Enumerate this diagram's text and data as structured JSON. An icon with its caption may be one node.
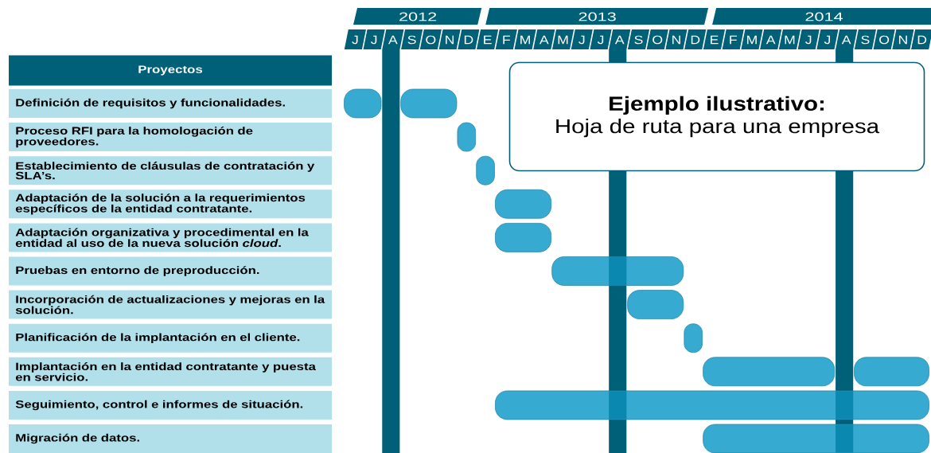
{
  "diagram": {
    "nodes": [
      {
        "text": [
          "2012"
        ]
      },
      {
        "text": [
          "2013"
        ]
      },
      {
        "text": [
          "2014"
        ]
      },
      {
        "text": [
          "J"
        ]
      },
      {
        "text": [
          "J"
        ]
      },
      {
        "text": [
          "A"
        ]
      },
      {
        "text": [
          "S"
        ]
      },
      {
        "text": [
          "O"
        ]
      },
      {
        "text": [
          "N"
        ]
      },
      {
        "text": [
          "D"
        ]
      },
      {
        "text": [
          "E"
        ]
      },
      {
        "text": [
          "F"
        ]
      },
      {
        "text": [
          "M"
        ]
      },
      {
        "text": [
          "A"
        ]
      },
      {
        "text": [
          "M"
        ]
      },
      {
        "text": [
          "J"
        ]
      },
      {
        "text": [
          "J"
        ]
      },
      {
        "text": [
          "A"
        ]
      },
      {
        "text": [
          "S"
        ]
      },
      {
        "text": [
          "O"
        ]
      },
      {
        "text": [
          "N"
        ]
      },
      {
        "text": [
          "D"
        ]
      },
      {
        "text": [
          "E"
        ]
      },
      {
        "text": [
          "F"
        ]
      },
      {
        "text": [
          "M"
        ]
      },
      {
        "text": [
          "A"
        ]
      },
      {
        "text": [
          "M"
        ]
      },
      {
        "text": [
          "J"
        ]
      },
      {
        "text": [
          "J"
        ]
      },
      {
        "text": [
          "A"
        ]
      },
      {
        "text": [
          "S"
        ]
      },
      {
        "text": [
          "O"
        ]
      },
      {
        "text": [
          "N"
        ]
      },
      {
        "text": [
          "D"
        ]
      },
      {
        "text": [
          "Proyectos"
        ]
      },
      {
        "text": [
          "Definición de requisitos y funcionalidades."
        ]
      },
      {
        "text": [
          "Proceso RFI para la homologación de proveedores."
        ]
      },
      {
        "text": [
          "Establecimiento de cláusulas de contratación y SLA’s."
        ]
      },
      {
        "text": [
          "Adaptación de la solución a la requerimientos específicos de la entidad contratante."
        ]
      },
      {
        "text": [
          "Adaptación organizativa y procedimental en la entidad al uso de la nueva solución *cloud*."
        ]
      },
      {
        "text": [
          "Pruebas en entorno de preproducción."
        ]
      },
      {
        "text": [
          "Incorporación de actualizaciones y mejoras en la solución."
        ]
      },
      {
        "text": [
          "Planificación de la implantación en el cliente."
        ]
      },
      {
        "text": [
          "Implantación en la entidad contratante y puesta en servicio."
        ]
      },
      {
        "text": [
          "Seguimiento, control e informes de situación."
        ]
      },
      {
        "text": [
          "Migración de datos."
        ]
      },
      {
        "text": [
          "Ejemplo ilustrativo:",
          "Hoja de ruta para una empresa"
        ]
      },
      {
        "text": [],
        "shape": "bar"
      },
      {
        "text": [],
        "shape": "bar"
      },
      {
        "text": [],
        "shape": "bar"
      },
      {
        "text": [],
        "shape": "bar"
      },
      {
        "text": [],
        "shape": "bar"
      },
      {
        "text": [],
        "shape": "bar"
      },
      {
        "text": [],
        "shape": "bar"
      },
      {
        "text": [],
        "shape": "bar"
      },
      {
        "text": [],
        "shape": "bar"
      },
      {
        "text": [],
        "shape": "bar"
      },
      {
        "text": [],
        "shape": "bar"
      },
      {
        "text": [],
        "shape": "bar"
      },
      {
        "text": [],
        "shape": "bar"
      }
    ]
  }
}
